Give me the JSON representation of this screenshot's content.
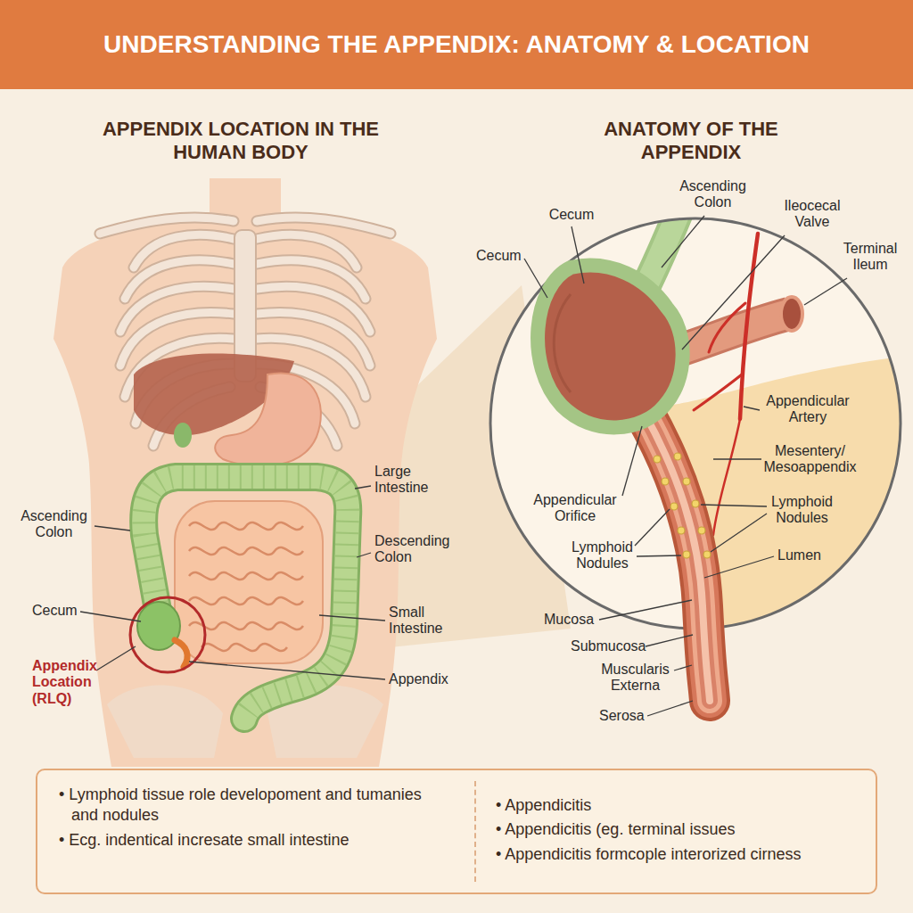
{
  "diagram": {
    "title": "UNDERSTANDING THE APPENDIX: ANATOMY & LOCATION",
    "nodes": [
      {
        "text": [
          "• Lymphoid tissue role developoment and tumanies and nodules",
          "• Ecg. indentical incresate small intestine",
          "• Appendicitis",
          "• Appendicitis (eg. terminal issues",
          "• Appendicitis formcople interorized cirness"
        ]
      }
    ],
    "labels": [
      "APPENDIX LOCATION IN THE HUMAN BODY",
      "ANATOMY OF THE APPENDIX",
      "Large Intestine",
      "Ascending Colon",
      "Descending Colon",
      "Cecum",
      "Small Intestine",
      "Appendix Location (RLQ)",
      "Appendix",
      "Cecum",
      "Cecum",
      "Ascending Colon",
      "Ileocecal Valve",
      "Terminal Ileum",
      "Appendicular Artery",
      "Mesentery/ Mesoappendix",
      "Lymphoid Nodules",
      "Appendicular Orifice",
      "Lymphoid Nodules",
      "Lumen",
      "Mucosa",
      "Submucosa",
      "Muscularis Externa",
      "Serosa"
    ]
  }
}
